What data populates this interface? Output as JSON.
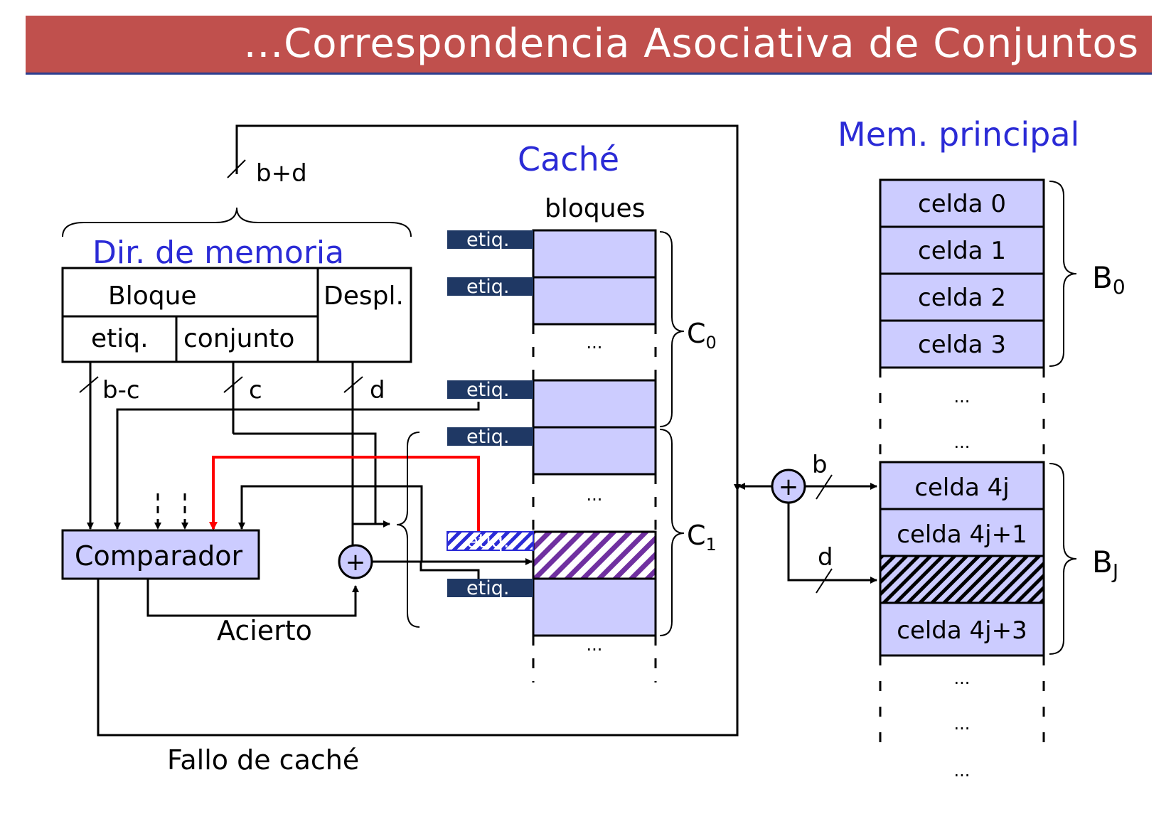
{
  "title": "...Correspondencia Asociativa de Conjuntos",
  "colors": {
    "title_bg": "#c0504d",
    "title_underline": "#2c3e8f",
    "block_fill": "#ccccff",
    "tag_fill": "#1f3864",
    "label_blue": "#2b2bd6",
    "highlight_hatch": "#7030a0",
    "path_red": "#ff0000"
  },
  "address": {
    "label": "Dir. de memoria",
    "width_label": "b+d",
    "block_label": "Bloque",
    "offset_label": "Despl.",
    "tag_label": "etiq.",
    "set_label": "conjunto",
    "bus_tag": "b-c",
    "bus_set": "c",
    "bus_offset": "d"
  },
  "comparator": {
    "label": "Comparador"
  },
  "hit_label": "Acierto",
  "miss_label": "Fallo de caché",
  "adder_symbol": "+",
  "cache": {
    "title": "Caché",
    "blocks_label": "bloques",
    "tag_label": "etiq.",
    "set0": "C",
    "set0_sub": "0",
    "set1": "C",
    "set1_sub": "1",
    "ellipsis": "..."
  },
  "memory": {
    "title": "Mem. principal",
    "cells_b0": [
      "celda 0",
      "celda  1",
      "celda 2",
      "celda 3"
    ],
    "cells_bj": [
      "celda 4j",
      "celda 4j+1",
      "",
      "celda 4j+3"
    ],
    "block0": "B",
    "block0_sub": "0",
    "blockj": "B",
    "blockj_sub": "J",
    "bus_b": "b",
    "bus_d": "d",
    "ellipsis": "..."
  }
}
